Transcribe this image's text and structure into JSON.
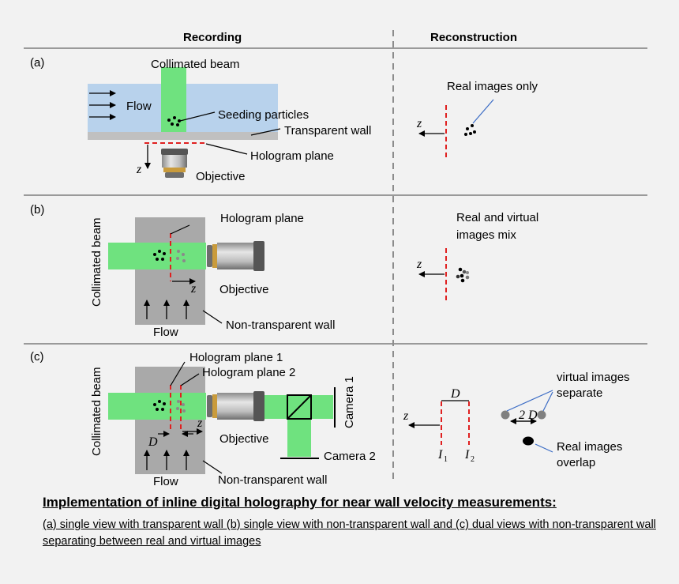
{
  "headers": {
    "recording": "Recording",
    "reconstruction": "Reconstruction"
  },
  "panel_a": {
    "tag": "(a)",
    "beam": "Collimated beam",
    "flow": "Flow",
    "seeding": "Seeding particles",
    "wall": "Transparent wall",
    "hologram": "Hologram plane",
    "objective": "Objective",
    "z": "z",
    "recon_label": "Real images only",
    "recon_z": "z"
  },
  "panel_b": {
    "tag": "(b)",
    "beam": "Collimated beam",
    "hologram": "Hologram plane",
    "z": "z",
    "objective": "Objective",
    "flow": "Flow",
    "wall": "Non-transparent wall",
    "recon_label_1": "Real and virtual",
    "recon_label_2": "images mix",
    "recon_z": "z"
  },
  "panel_c": {
    "tag": "(c)",
    "beam": "Collimated beam",
    "hologram1": "Hologram plane 1",
    "hologram2": "Hologram plane 2",
    "camera1": "Camera 1",
    "camera2": "Camera 2",
    "d": "D",
    "z": "z",
    "objective": "Objective",
    "flow": "Flow",
    "wall": "Non-transparent wall",
    "recon_d": "D",
    "recon_z": "z",
    "i1": "I",
    "i1_sub": "1",
    "i2": "I",
    "i2_sub": "2",
    "virtual_1": "virtual images",
    "virtual_2": "separate",
    "two_d": "2 D",
    "real_1": "Real images",
    "real_2": "overlap"
  },
  "caption": {
    "title": "Implementation of inline digital holography for near wall velocity measurements:",
    "body": "(a) single view with transparent wall (b) single view with non-transparent wall and (c) dual views with non-transparent wall separating between real and virtual images"
  },
  "colors": {
    "beam": "#6fe27f",
    "flow_region": "#b8d2ec",
    "wall": "#c0c0c0",
    "hologram": "#e02020",
    "frame_line": "#9a9a9a"
  }
}
